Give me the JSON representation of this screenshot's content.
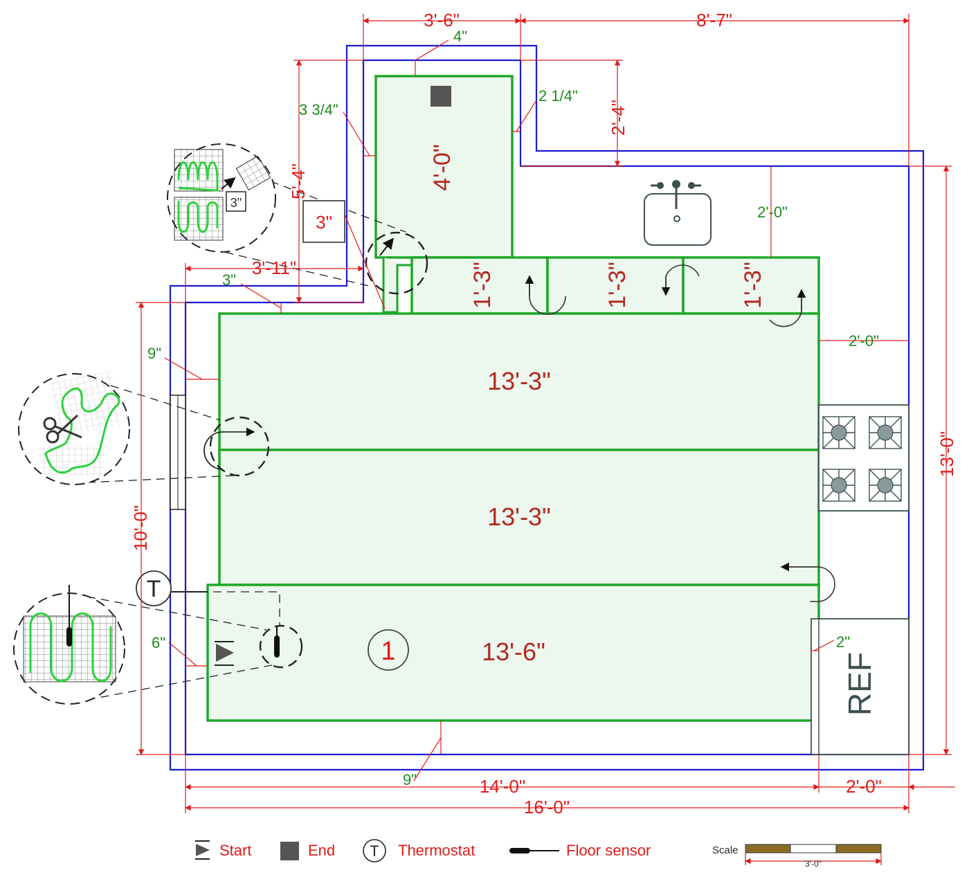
{
  "dimensions": {
    "top_3_6": "3'-6\"",
    "top_8_7": "8'-7\"",
    "gap_4": "4\"",
    "gap_2_1_4": "2 1/4\"",
    "gap_3_3_4": "3 3/4\"",
    "h_2_4": "2'-4\"",
    "h_5_4": "5'-4\"",
    "h_3_11": "3'-11\"",
    "gap_3": "3\"",
    "cut_3": "3\"",
    "gap_9_left": "9\"",
    "h_10_0": "10'-0\"",
    "gap_6": "6\"",
    "sink_2_0": "2'-0\"",
    "right_2_0": "2'-0\"",
    "h_13_0": "13'-0\"",
    "gap_2_ref": "2\"",
    "gap_9_bottom": "9\"",
    "w_14_0": "14'-0\"",
    "w_2_0_bottom": "2'-0\"",
    "w_16_0": "16'-0\""
  },
  "mats": {
    "upper": "4'-0\"",
    "small_1": "1'-3\"",
    "small_2": "1'-3\"",
    "small_3": "1'-3\"",
    "row_1": "13'-3\"",
    "row_2": "13'-3\"",
    "row_3": "13'-6\""
  },
  "labels": {
    "ref": "REF",
    "zone": "1",
    "thermostat_symbol": "T"
  },
  "legend": {
    "start": "Start",
    "end": "End",
    "thermostat": "Thermostat",
    "thermostat_symbol": "T",
    "floor_sensor": "Floor sensor"
  },
  "scale": {
    "label": "Scale",
    "length": "3'-0\""
  },
  "colors": {
    "dimension": "#e01a1a",
    "gap_dimension": "#1e8a1e",
    "mat_outline": "#1fa82a",
    "mat_fill": "#ecf7ee",
    "wall": "#1a1ad0"
  }
}
